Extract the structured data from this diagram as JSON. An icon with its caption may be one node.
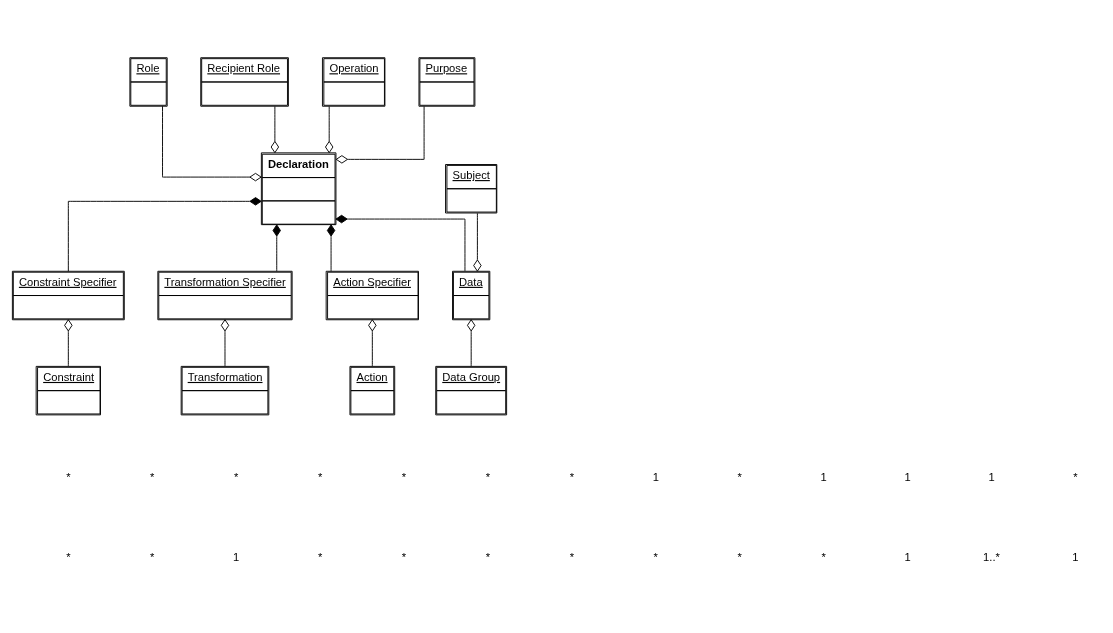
{
  "diagram": {
    "nodes": [
      {
        "text": [
          "Role"
        ]
      },
      {
        "text": [
          "Recipient Role"
        ]
      },
      {
        "text": [
          "Operation"
        ]
      },
      {
        "text": [
          "Purpose"
        ]
      },
      {
        "text": [
          "Declaration"
        ]
      },
      {
        "text": [
          "Subject"
        ]
      },
      {
        "text": [
          "Constraint Specifier"
        ]
      },
      {
        "text": [
          "Transformation Specifier"
        ]
      },
      {
        "text": [
          "Action Specifier"
        ]
      },
      {
        "text": [
          "Data"
        ]
      },
      {
        "text": [
          "Constraint"
        ]
      },
      {
        "text": [
          "Transformation"
        ]
      },
      {
        "text": [
          "Action"
        ]
      },
      {
        "text": [
          "Data Group"
        ]
      }
    ],
    "edges": [
      {
        "from": 0,
        "to": 4,
        "arrow": "other"
      },
      {
        "from": 1,
        "to": 4,
        "arrow": "other"
      },
      {
        "from": 2,
        "to": 4,
        "arrow": "other"
      },
      {
        "from": 3,
        "to": 4,
        "arrow": "other"
      },
      {
        "from": 6,
        "to": 4,
        "arrow": "other"
      },
      {
        "from": 7,
        "to": 4,
        "arrow": "other"
      },
      {
        "from": 8,
        "to": 4,
        "arrow": "other"
      },
      {
        "from": 9,
        "to": 4,
        "arrow": "other"
      },
      {
        "from": 10,
        "to": 6,
        "arrow": "other"
      },
      {
        "from": 11,
        "to": 7,
        "arrow": "other"
      },
      {
        "from": 12,
        "to": 8,
        "arrow": "other"
      },
      {
        "from": 5,
        "to": 9,
        "arrow": "other"
      },
      {
        "from": 13,
        "to": 9,
        "arrow": "other"
      }
    ],
    "labels": [
      "*",
      "*",
      "*",
      "*",
      "*",
      "*",
      "*",
      "1",
      "*",
      "1",
      "1",
      "1",
      "*",
      "*",
      "*",
      "1",
      "*",
      "*",
      "*",
      "*",
      "*",
      "*",
      "*",
      "1",
      "1..*",
      "1"
    ]
  }
}
